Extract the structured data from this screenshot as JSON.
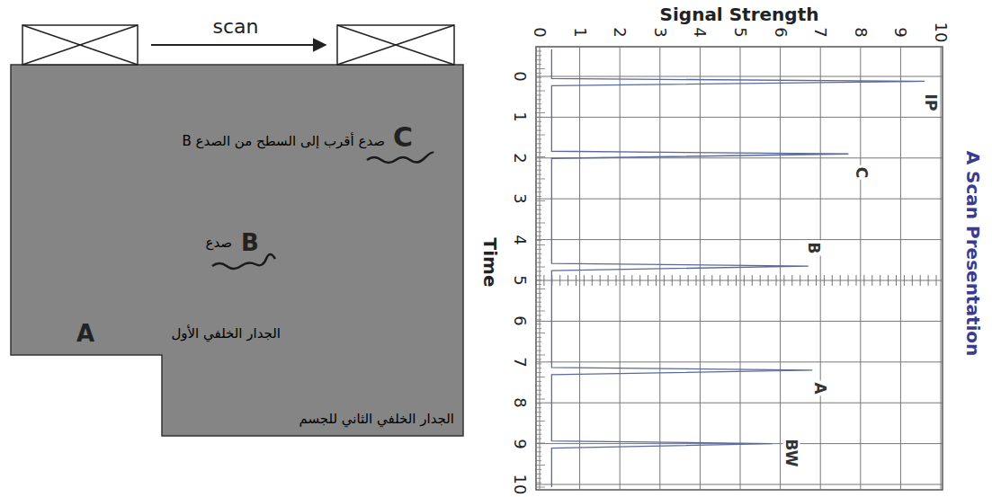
{
  "diagram": {
    "title": "A Scan Presentation",
    "labels": [
      "scan",
      "C",
      "صدع أقرب إلى السطح من الصدع B",
      "B",
      "صدع",
      "A",
      "الجدار الخلفي الأول",
      "الجدار الخلفي الثاني للجسم",
      "Signal Strength",
      "0",
      "1",
      "2",
      "3",
      "4",
      "5",
      "6",
      "7",
      "8",
      "9",
      "10",
      "Time",
      "0",
      "1",
      "2",
      "3",
      "4",
      "5",
      "6",
      "7",
      "8",
      "9",
      "10",
      "IP",
      "C",
      "B",
      "A",
      "BW"
    ]
  }
}
